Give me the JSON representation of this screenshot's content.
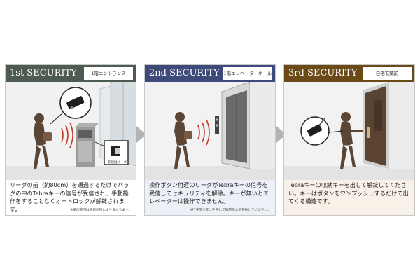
{
  "colors": {
    "step1": "#4d5b50",
    "step2": "#3e4a79",
    "step3": "#6b4a17",
    "body1": "#ffffff",
    "body2": "#eef0f8",
    "body3": "#f8f1e8",
    "arrow": "#b3b3b3"
  },
  "panels": [
    {
      "title": "1st SECURITY",
      "place": "1階エントランス",
      "text": "リーダの前（約80cm）を通過するだけでバッグの中のTebraキーの信号が受信され、手動操作をすることなくオートロックが解錠されます。",
      "note": "※受信範囲は通過個所により異なります。",
      "reader_label": "非接触リーダ",
      "icons": [
        "woman-silhouette-icon",
        "tebra-key-icon",
        "signal-waves-icon",
        "intercom-panel-icon",
        "glass-door-icon"
      ]
    },
    {
      "title": "2nd SECURITY",
      "place": "1階エレベーターホール",
      "text": "操作ボタン付近のリーダがTebraキーの信号を受信してセキュリティを解除。キーが無いとエレベーターは操作できません。",
      "note": "※行先階ボタンを押して目的階まで移動してください。",
      "icons": [
        "woman-silhouette-icon",
        "signal-waves-icon",
        "elevator-icon"
      ]
    },
    {
      "title": "3rd SECURITY",
      "place": "自宅玄関前",
      "text": "Tebraキーの収納キーを出して解錠してください。キーはボタンをワンプッシュするだけで出てくる構造です。",
      "icons": [
        "woman-silhouette-icon",
        "tebra-key-icon",
        "front-door-icon"
      ]
    }
  ]
}
